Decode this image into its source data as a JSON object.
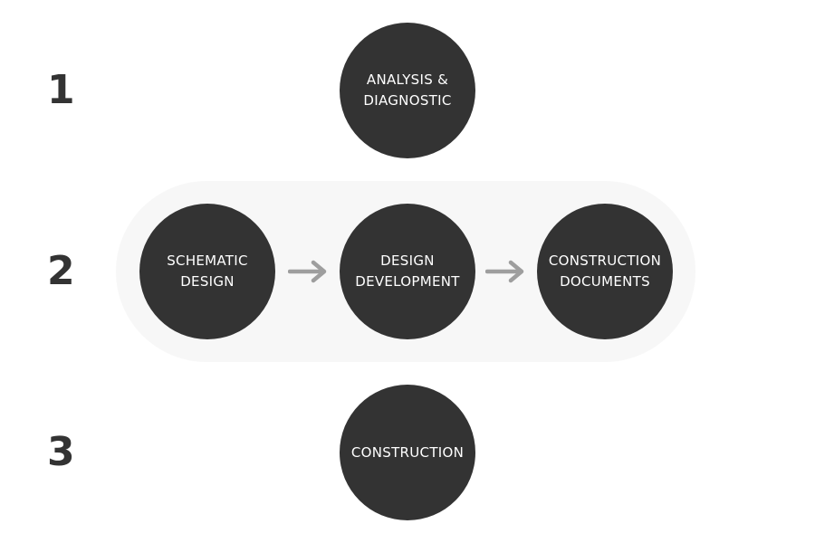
{
  "steps": [
    {
      "number": "1"
    },
    {
      "number": "2"
    },
    {
      "number": "3"
    }
  ],
  "nodes": {
    "analysis": "ANALYSIS &\nDIAGNOSTIC",
    "schematic": "SCHEMATIC\nDESIGN",
    "development": "DESIGN\nDEVELOPMENT",
    "documents": "CONSTRUCTION\nDOCUMENTS",
    "construction": "CONSTRUCTION"
  },
  "colors": {
    "node_fill": "#333333",
    "node_text": "#ffffff",
    "band_fill": "#f7f7f7",
    "arrow": "#9e9e9e",
    "number_text": "#333333"
  }
}
